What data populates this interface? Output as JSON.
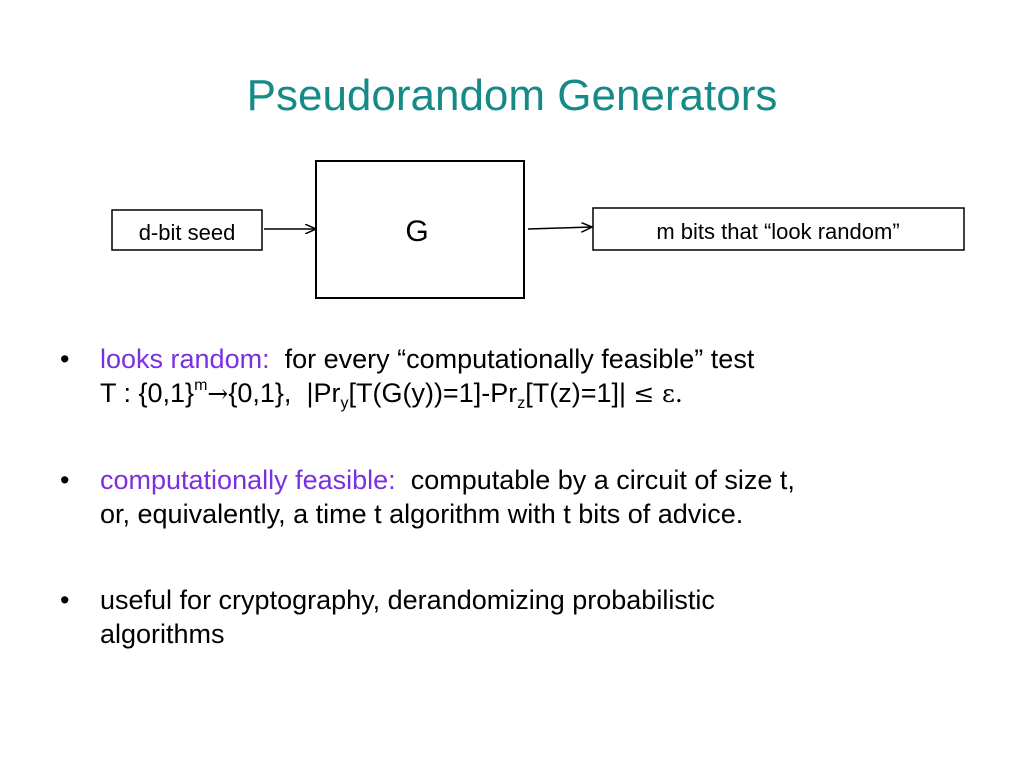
{
  "slide": {
    "title": "Pseudorandom Generators"
  },
  "diagram": {
    "seed_label": "d-bit seed",
    "generator_label": "G",
    "output_label": "m bits that “look random”"
  },
  "bullets": [
    {
      "lead": "looks random:",
      "line1_rest": "for every “computationally feasible” test",
      "line2": {
        "t_set": "T : {0,1}",
        "sup_m": "m",
        "arrow": "→",
        "range": "{0,1},",
        "pr1": "|Pr",
        "sub_y": "y",
        "mid": "[T(G(y))=1]-Pr",
        "sub_z": "z",
        "end": "[T(z)=1]|",
        "leq": "≤",
        "eps": "ε."
      }
    },
    {
      "lead": "computationally feasible:",
      "line1_rest": "computable by a circuit of size t,",
      "line2": "or, equivalently, a time t algorithm with t bits of advice."
    },
    {
      "line1": "useful for cryptography, derandomizing probabilistic",
      "line2": "algorithms"
    }
  ],
  "bullet_symbol": "•",
  "colors": {
    "title": "#168a87",
    "accent": "#7a2fe0",
    "text": "#000000"
  }
}
